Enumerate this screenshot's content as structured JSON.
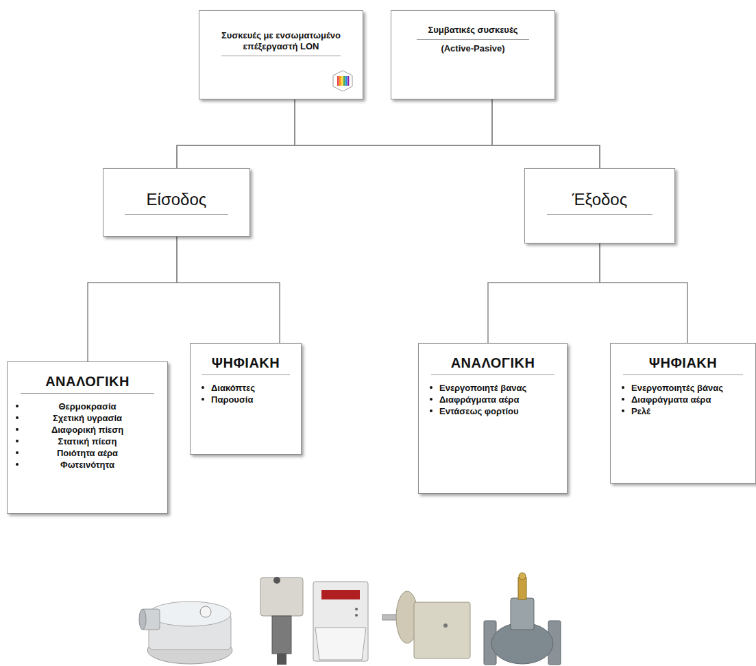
{
  "diagram": {
    "nodes": [
      {
        "text": [
          "Συσκευές με ενσωματωμένο επέξεργαστή LON"
        ]
      },
      {
        "text": [
          "Συμβατικές συσκευές",
          "(Active-Pasive)"
        ]
      },
      {
        "text": [
          "Είσοδος"
        ]
      },
      {
        "text": [
          "Έξοδος"
        ]
      },
      {
        "text": [
          "ΑΝΑΛΟΓΙΚΗ",
          "Θερμοκρασία",
          "Σχετική υγρασία",
          "Διαφορική πίεση",
          "Στατική πίεση",
          "Ποιότητα αέρα",
          "Φωτεινότητα"
        ]
      },
      {
        "text": [
          "ΨΗΦΙΑΚΗ",
          "Διακόπτες",
          "Παρουσία"
        ]
      },
      {
        "text": [
          "ΑΝΑΛΟΓΙΚΗ",
          "Ενεργοποιητέ βανας",
          "Διαφράγματα αέρα",
          "Εντάσεως φορτίου"
        ]
      },
      {
        "text": [
          "ΨΗΦΙΑΚΗ",
          "Ενεργοποιητές βάνας",
          "Διαφράγματα αέρα",
          "Ρελέ"
        ]
      }
    ],
    "edges": [
      {
        "from": 0,
        "to": 2,
        "arrow": "none"
      },
      {
        "from": 0,
        "to": 3,
        "arrow": "none"
      },
      {
        "from": 1,
        "to": 2,
        "arrow": "none"
      },
      {
        "from": 1,
        "to": 3,
        "arrow": "none"
      },
      {
        "from": 2,
        "to": 4,
        "arrow": "none"
      },
      {
        "from": 2,
        "to": 5,
        "arrow": "none"
      },
      {
        "from": 3,
        "to": 6,
        "arrow": "none"
      },
      {
        "from": 3,
        "to": 7,
        "arrow": "none"
      }
    ]
  }
}
